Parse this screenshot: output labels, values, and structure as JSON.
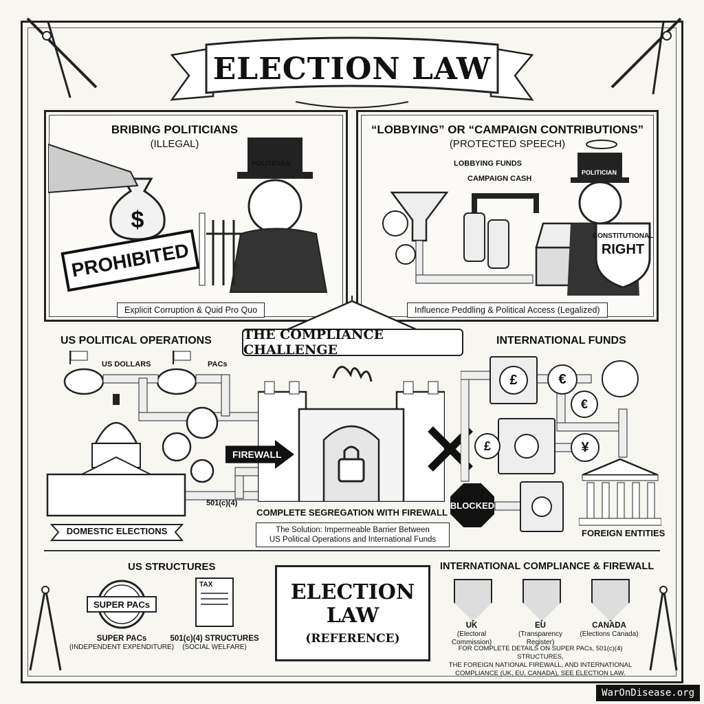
{
  "title": "ELECTION LAW",
  "panels": {
    "left": {
      "title": "BRIBING POLITICIANS",
      "subtitle": "(ILLEGAL)",
      "stamp": "PROHIBITED",
      "hat_label": "POLITICIAN",
      "bag_symbol": "$",
      "caption": "Explicit Corruption & Quid Pro Quo"
    },
    "right": {
      "title": "“LOBBYING” OR “CAMPAIGN CONTRIBUTIONS”",
      "subtitle": "(PROTECTED SPEECH)",
      "label_lobbying": "LOBBYING FUNDS",
      "label_cash": "CAMPAIGN CASH",
      "hat_label": "POLITICIAN",
      "shield_line1": "CONSTITUTIONAL",
      "shield_line2": "RIGHT",
      "caption": "Influence Peddling & Political Access (Legalized)"
    }
  },
  "middle": {
    "left_label": "US POLITICAL OPERATIONS",
    "challenge": "THE COMPLIANCE CHALLENGE",
    "right_label": "INTERNATIONAL FUNDS",
    "us_dollars": "US DOLLARS",
    "pacs": "PACs",
    "firewall": "FIREWALL",
    "blocked": "BLOCKED",
    "domestic": "DOMESTIC ELECTIONS",
    "c4": "501(c)(4)",
    "segregation": "COMPLETE SEGREGATION WITH FIREWALL",
    "solution_line1": "The Solution: Impermeable Barrier Between",
    "solution_line2": "US Political Operations and International Funds",
    "foreign": "FOREIGN ENTITIES",
    "currency": [
      "£",
      "€",
      "€",
      "£",
      "¥"
    ]
  },
  "bottom": {
    "us_structures": "US STRUCTURES",
    "superpac_badge": "SUPER PACs",
    "superpac_label": "SUPER PACs",
    "superpac_sub": "(INDEPENDENT EXPENDITURE)",
    "tax_doc": "TAX",
    "c4_label": "501(c)(4) STRUCTURES",
    "c4_sub": "(SOCIAL WELFARE)",
    "book_line1": "ELECTION",
    "book_line2": "LAW",
    "book_line3": "(REFERENCE)",
    "intl_title": "INTERNATIONAL COMPLIANCE & FIREWALL",
    "uk": "UK",
    "uk_sub": "(Electoral Commission)",
    "eu": "EU",
    "eu_sub": "(Transparency Register)",
    "canada": "CANADA",
    "canada_sub": "(Elections Canada)",
    "note_line1": "FOR COMPLETE DETAILS ON SUPER PACs, 501(c)(4) STRUCTURES,",
    "note_line2": "THE FOREIGN NATIONAL FIREWALL, AND INTERNATIONAL",
    "note_line3": "COMPLIANCE (UK, EU, CANADA), SEE ELECTION LAW."
  },
  "watermark": "WarOnDisease.org"
}
